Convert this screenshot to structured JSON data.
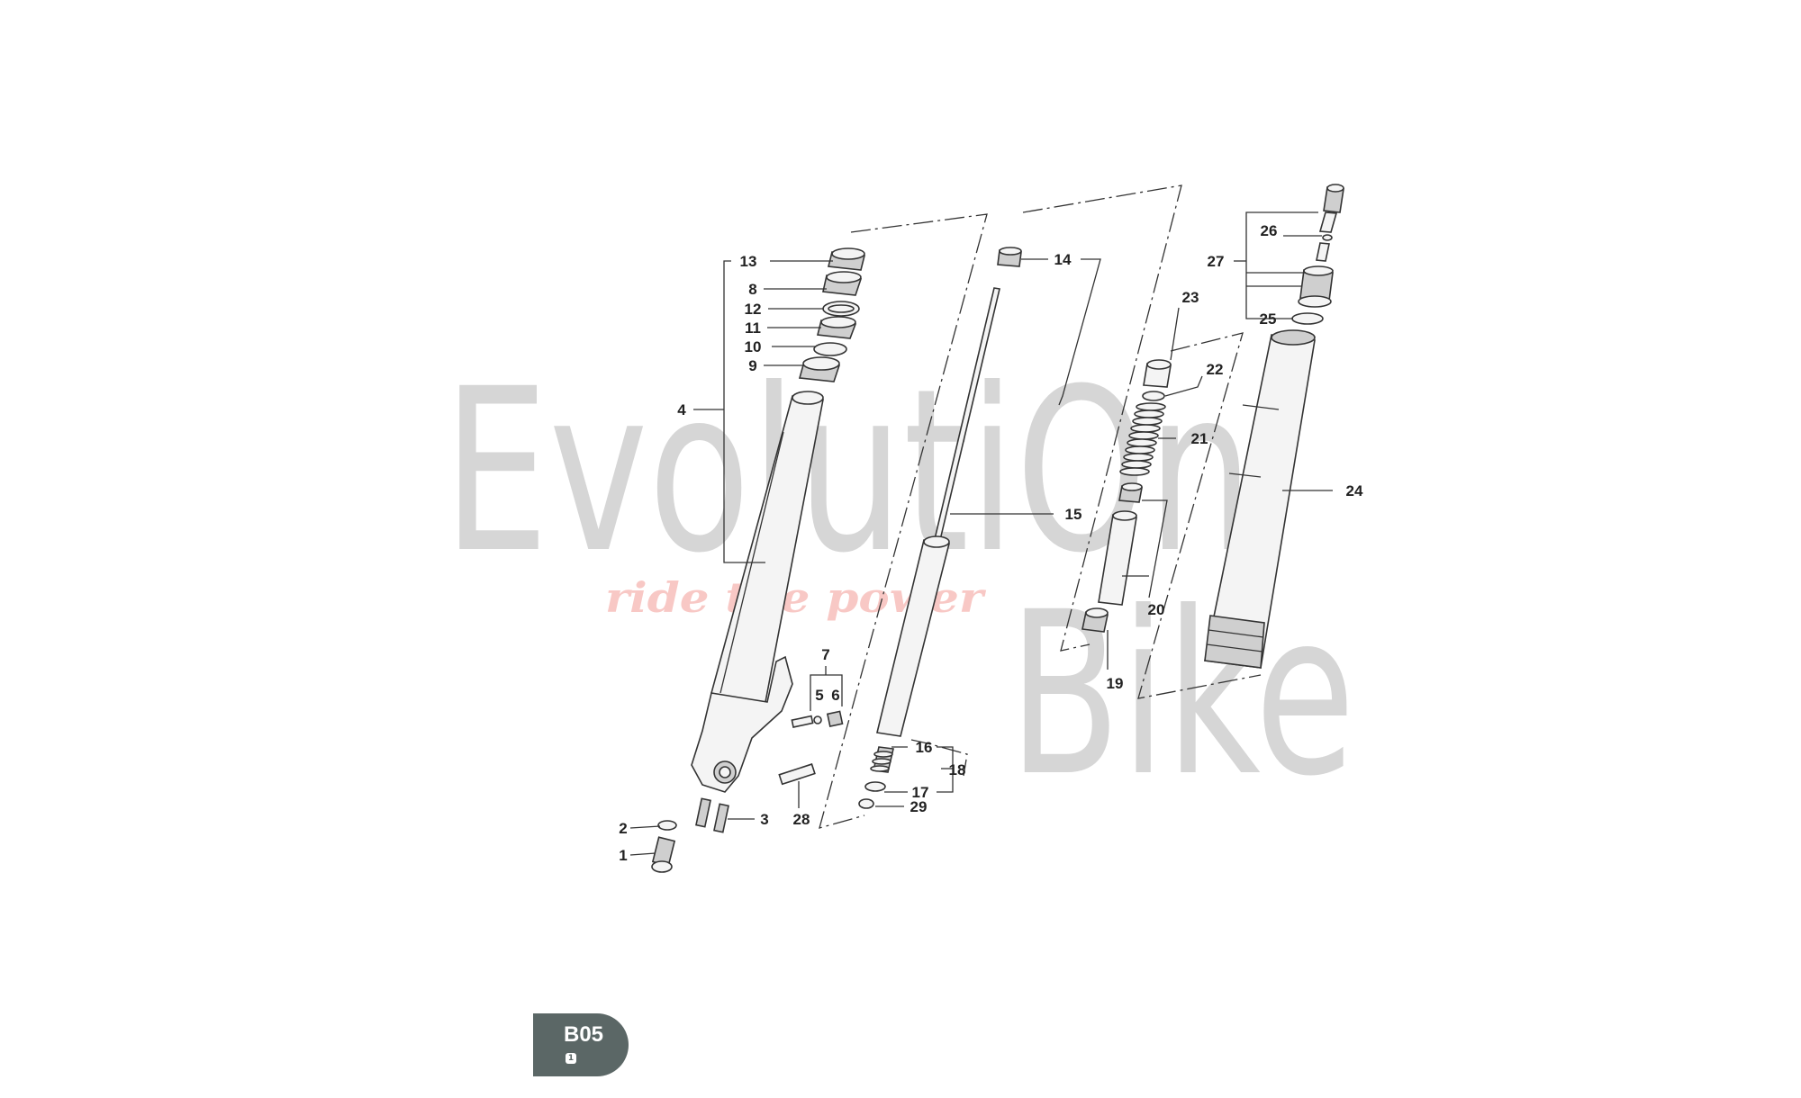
{
  "watermark": {
    "line1": "EvolutiOn",
    "line2": "Bike",
    "tagline": "ride the power"
  },
  "badge": {
    "code": "B05",
    "sub": "1"
  },
  "callouts": {
    "c1": "1",
    "c2": "2",
    "c3": "3",
    "c4": "4",
    "c5": "5",
    "c6": "6",
    "c7": "7",
    "c8": "8",
    "c9": "9",
    "c10": "10",
    "c11": "11",
    "c12": "12",
    "c13": "13",
    "c14": "14",
    "c15": "15",
    "c16": "16",
    "c17": "17",
    "c18": "18",
    "c19": "19",
    "c20": "20",
    "c21": "21",
    "c22": "22",
    "c23": "23",
    "c24": "24",
    "c25": "25",
    "c26": "26",
    "c27": "27",
    "c28": "28",
    "c29": "29"
  }
}
